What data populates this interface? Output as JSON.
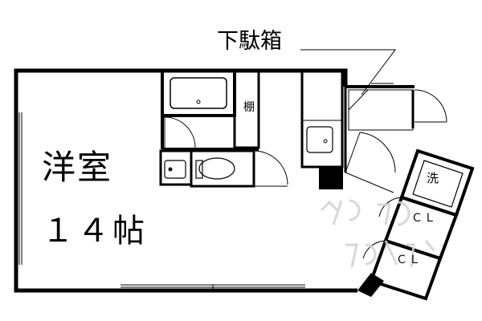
{
  "labels": {
    "room_name": "洋室",
    "room_size": "１４帖",
    "shoe_box": "下駄箱",
    "shelf": "棚",
    "washer": "洗",
    "closet_1": "ＣＬ",
    "closet_2": "ＣＬ"
  },
  "colors": {
    "line": "#000000",
    "background": "#ffffff"
  }
}
